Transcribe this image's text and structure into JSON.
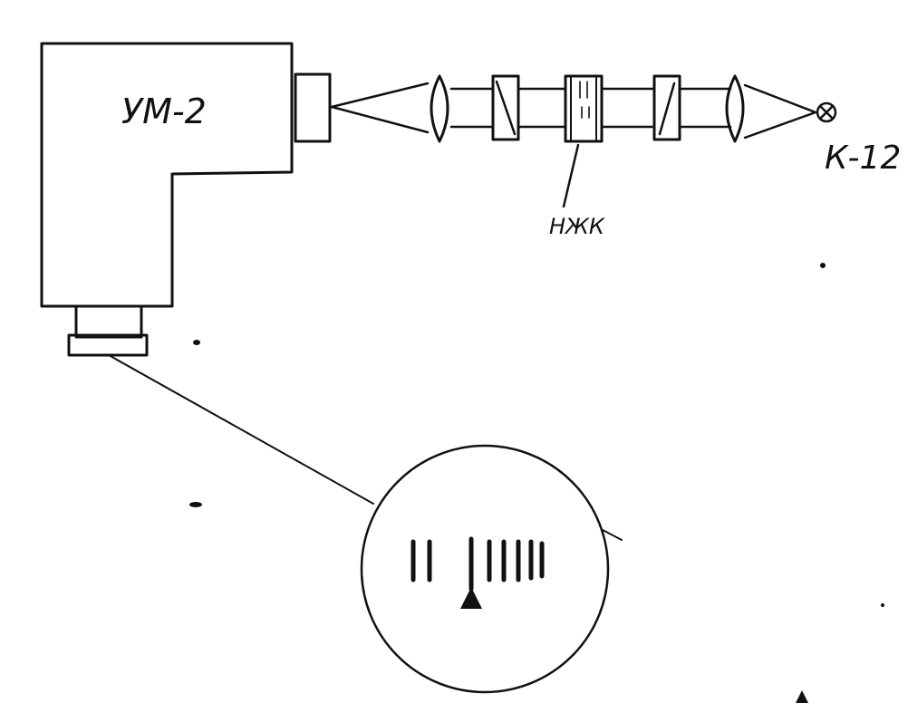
{
  "labels": {
    "microscope": "УМ-2",
    "lamp": "К-12",
    "cell": "НЖК"
  },
  "colors": {
    "ink": "#111111",
    "paper": "#ffffff"
  }
}
